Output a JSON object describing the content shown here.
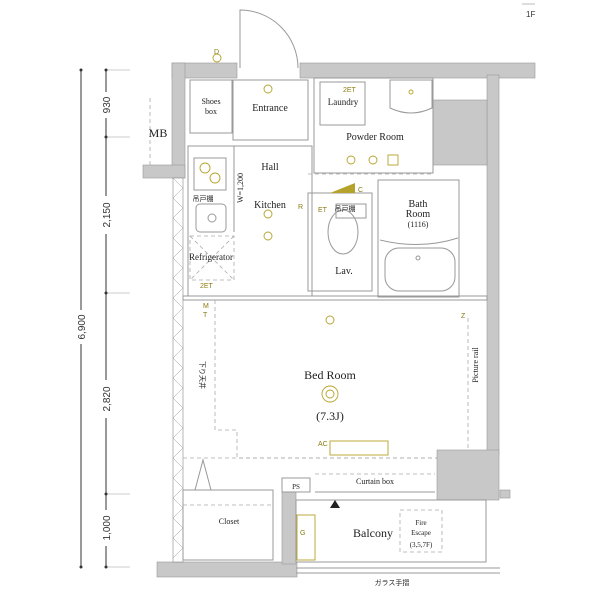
{
  "floor_tag": "1F",
  "dimensions": {
    "total": "6,900",
    "d1": "930",
    "d2": "2,150",
    "d3": "2,820",
    "d4": "1,000"
  },
  "rooms": {
    "mb": "MB",
    "shoes_box_1": "Shoes",
    "shoes_box_2": "box",
    "entrance": "Entrance",
    "laundry": "Laundry",
    "powder_room": "Powder Room",
    "hall": "Hall",
    "kitchen": "Kitchen",
    "kitchen_width": "W=1,200",
    "refrigerator": "Refrigerator",
    "lav": "Lav.",
    "bath_1": "Bath",
    "bath_2": "Room",
    "bath_3": "(1116)",
    "bed_room": "Bed Room",
    "bed_size": "(7.3J)",
    "picture_rail": "Picture rail",
    "lowered_ceiling": "下り天井",
    "curtain_box": "Curtain box",
    "ps": "PS",
    "closet": "Closet",
    "balcony": "Balcony",
    "fire_escape_1": "Fire",
    "fire_escape_2": "Escape",
    "fire_escape_3": "(3,5,7F)",
    "glass_railing": "ガラス手摺",
    "kitchen_cabinet": "吊戸棚",
    "lav_cabinet": "吊戸棚"
  },
  "symbols": {
    "door": "D",
    "et2_laundry": "2ET",
    "et2_fridge": "2ET",
    "et_lav": "ET",
    "r": "R",
    "c": "C",
    "ac": "AC",
    "m": "M",
    "t": "T",
    "g": "G",
    "z": "Z"
  },
  "colors": {
    "wall": "#c8c8c8",
    "fixture": "#b5a22a"
  }
}
